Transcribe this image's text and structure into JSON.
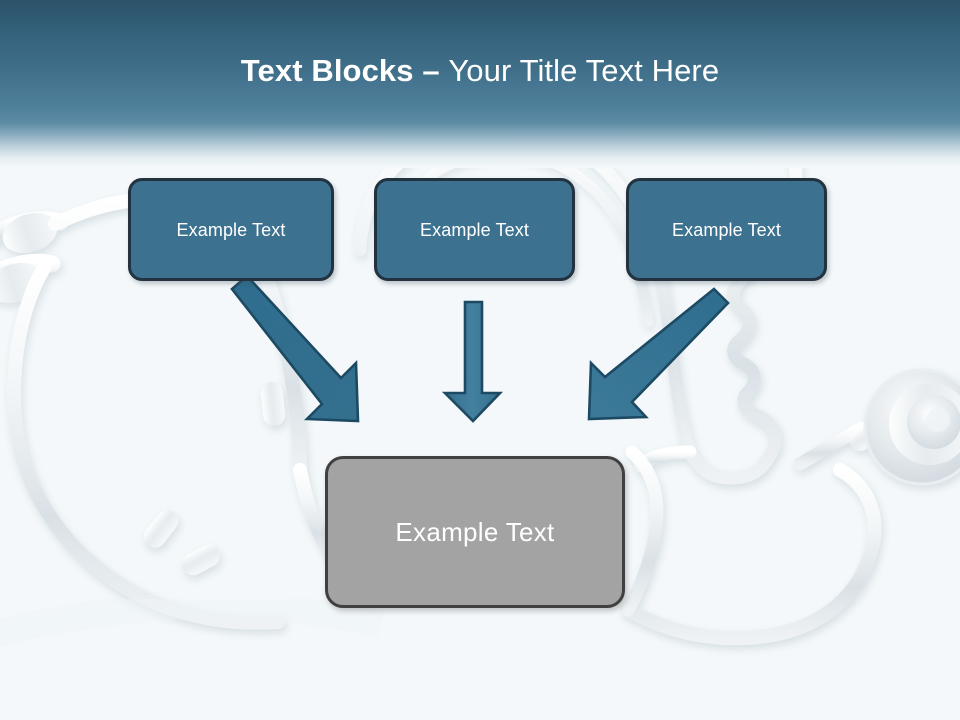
{
  "slide": {
    "title": {
      "bold_part": "Text Blocks ",
      "separator": "– ",
      "light_part": "Your Title Text Here",
      "full": "Text Blocks – Your Title Text Here"
    },
    "background_color": "#f4f8fa",
    "header_gradient_top": "#2b5268",
    "header_gradient_bottom": "#5c8ca4",
    "background_image": "stethoscope-face-profile-watermark"
  },
  "top_boxes": [
    {
      "label": "Example Text",
      "fill": "#3c7190",
      "border": "#22333f",
      "text_color": "#ffffff"
    },
    {
      "label": "Example Text",
      "fill": "#3c7190",
      "border": "#22333f",
      "text_color": "#ffffff"
    },
    {
      "label": "Example Text",
      "fill": "#3c7190",
      "border": "#22333f",
      "text_color": "#ffffff"
    }
  ],
  "bottom_box": {
    "label": "Example Text",
    "fill": "#a3a3a3",
    "border": "#404040",
    "text_color": "#ffffff"
  },
  "arrows": [
    {
      "name": "arrow-diagonal-down-right",
      "direction": "down-right",
      "fill": "#2e6c8e",
      "stroke": "#1d4a63"
    },
    {
      "name": "arrow-down",
      "direction": "down",
      "fill": "#3b7b9b",
      "stroke": "#1d4a63"
    },
    {
      "name": "arrow-diagonal-down-left",
      "direction": "down-left",
      "fill": "#3b7b9b",
      "stroke": "#1d4a63"
    }
  ]
}
